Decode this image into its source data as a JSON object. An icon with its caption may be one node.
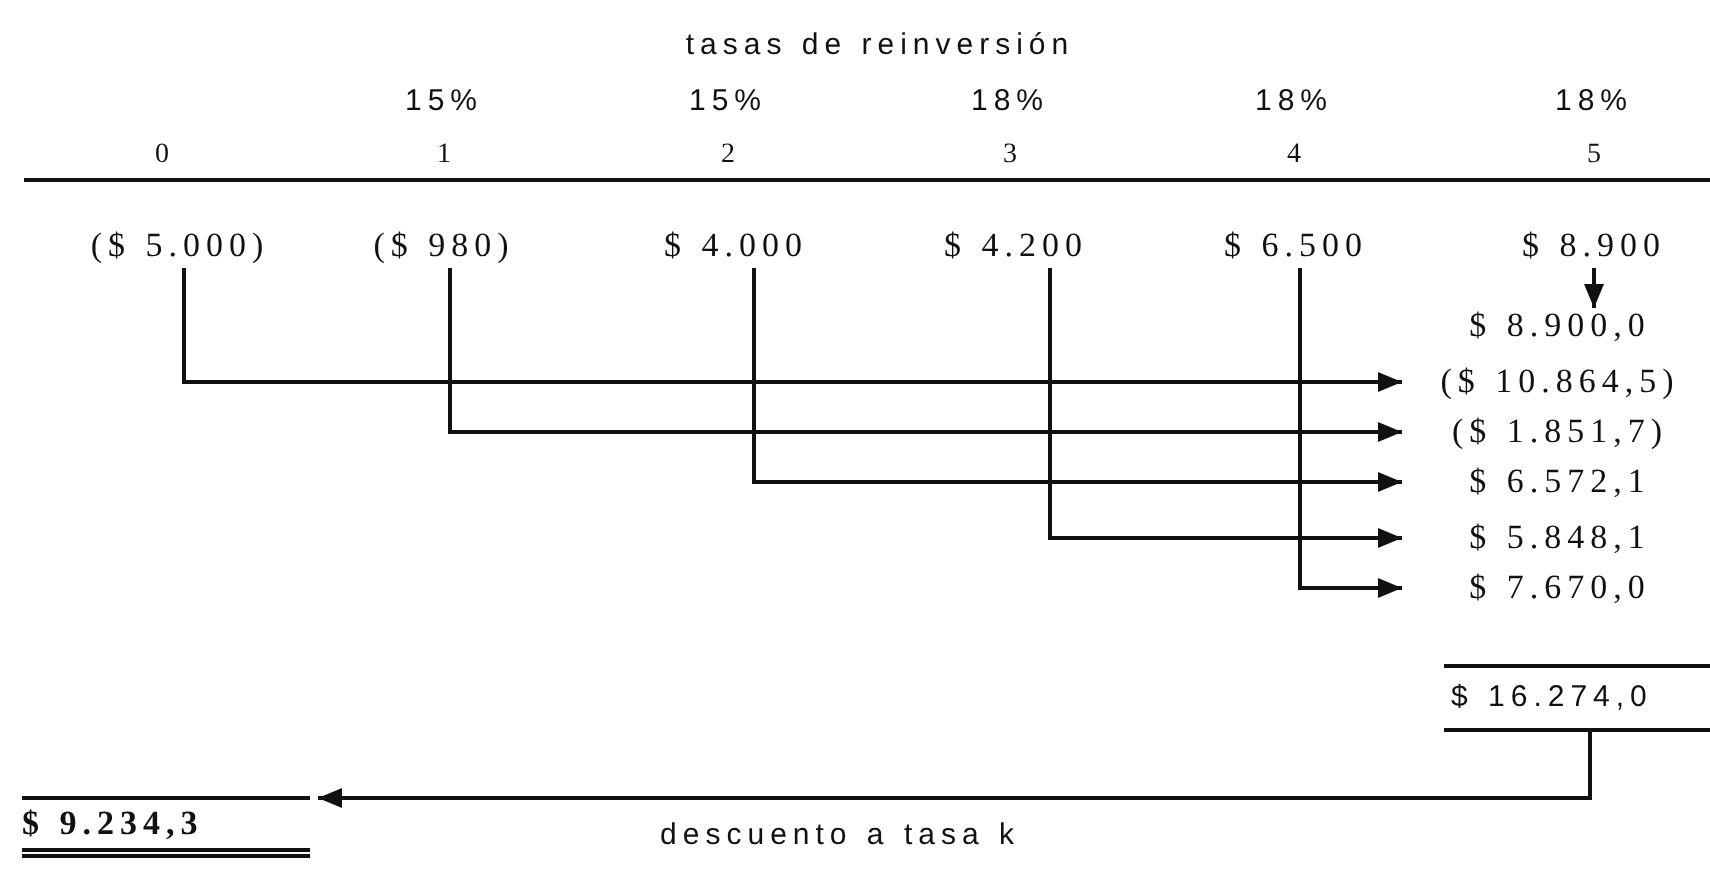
{
  "diagram": {
    "nodes": [
      {
        "text": [
          "($ 5.000)"
        ]
      },
      {
        "text": [
          "($ 980)"
        ]
      },
      {
        "text": [
          "$ 4.000"
        ]
      },
      {
        "text": [
          "$ 4.200"
        ]
      },
      {
        "text": [
          "$ 6.500"
        ]
      },
      {
        "text": [
          "$ 8.900"
        ]
      },
      {
        "text": [
          "$ 8.900,0"
        ]
      },
      {
        "text": [
          "($ 10.864,5)"
        ]
      },
      {
        "text": [
          "($ 1.851,7)"
        ]
      },
      {
        "text": [
          "$ 6.572,1"
        ]
      },
      {
        "text": [
          "$ 5.848,1"
        ]
      },
      {
        "text": [
          "$ 7.670,0"
        ]
      },
      {
        "text": [
          "$ 16.274,0"
        ]
      },
      {
        "text": [
          "$ 9.234,3"
        ]
      }
    ],
    "edges": [
      {
        "from": 5,
        "to": 6,
        "arrow": "to"
      },
      {
        "from": 0,
        "to": 7,
        "arrow": "to"
      },
      {
        "from": 1,
        "to": 8,
        "arrow": "to"
      },
      {
        "from": 2,
        "to": 9,
        "arrow": "to"
      },
      {
        "from": 3,
        "to": 10,
        "arrow": "to"
      },
      {
        "from": 4,
        "to": 11,
        "arrow": "to"
      },
      {
        "from": 12,
        "to": 13,
        "arrow": "to",
        "label": "descuento a tasa k"
      }
    ],
    "labels": [
      "tasas de reinversión",
      "15%",
      "15%",
      "18%",
      "18%",
      "18%",
      "0",
      "1",
      "2",
      "3",
      "4",
      "5"
    ]
  }
}
